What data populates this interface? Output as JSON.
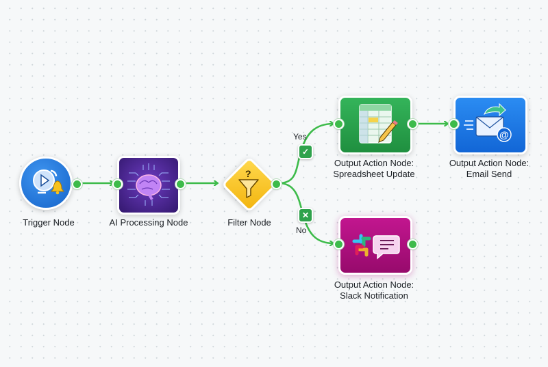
{
  "diagram": {
    "title": "Workflow",
    "nodes": [
      {
        "id": "trigger",
        "label": "Trigger Node",
        "icon": "play-bell-icon",
        "color": "#1f7ae0"
      },
      {
        "id": "ai",
        "label": "AI Processing Node",
        "icon": "brain-circuit-icon",
        "color": "#5a2ea6"
      },
      {
        "id": "filter",
        "label": "Filter Node",
        "icon": "funnel-question-icon",
        "color": "#f7c52b"
      },
      {
        "id": "spreadsheet",
        "label_line1": "Output Action Node:",
        "label_line2": "Spreadsheet Update",
        "icon": "spreadsheet-pencil-icon",
        "color": "#2aa84a"
      },
      {
        "id": "email",
        "label_line1": "Output Action Node:",
        "label_line2": "Email Send",
        "icon": "email-send-icon",
        "color": "#1877ea"
      },
      {
        "id": "slack",
        "label_line1": "Output Action Node:",
        "label_line2": "Slack Notification",
        "icon": "slack-message-icon",
        "color": "#b0107e"
      }
    ],
    "edges": [
      {
        "from": "trigger",
        "to": "ai"
      },
      {
        "from": "ai",
        "to": "filter"
      },
      {
        "from": "filter",
        "to": "spreadsheet",
        "label": "Yes",
        "badge": "✓"
      },
      {
        "from": "filter",
        "to": "slack",
        "label": "No",
        "badge": "✕"
      },
      {
        "from": "spreadsheet",
        "to": "email"
      }
    ],
    "edge_color": "#3dbb4a"
  }
}
